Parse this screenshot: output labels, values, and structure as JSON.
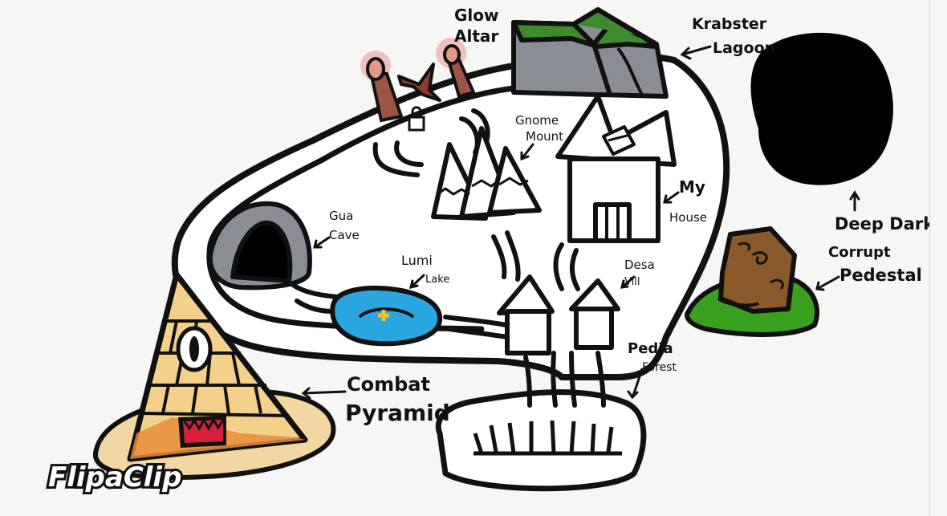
{
  "map": {
    "labels": {
      "glow_altar": [
        "Glow",
        "Altar"
      ],
      "krabster_lagoon": [
        "Krabster",
        "Lagoon"
      ],
      "gnome_mountain": [
        "Gnome",
        "Mount"
      ],
      "my_house": [
        "My",
        "House"
      ],
      "gua_cave": [
        "Gua",
        "Cave"
      ],
      "lumi_lake": [
        "Lumi",
        "Lake"
      ],
      "desa_village": [
        "Desa",
        "Vill"
      ],
      "pedia_forest": [
        "Pedia",
        "Forest"
      ],
      "combat_pyramid": [
        "Combat",
        "Pyramid"
      ],
      "deep_dark": [
        "Deep Dark"
      ],
      "corrupt_pedestal": [
        "Corrupt",
        "Pedestal"
      ]
    },
    "watermark": "FlipaClip",
    "colors": {
      "background": "#f6f6f4",
      "ink": "#111111",
      "mountain_green": "#3d8b2e",
      "mountain_gray": "#8a8d93",
      "lake_blue": "#2aa7e0",
      "pyramid_yellow": "#f3d18a",
      "pyramid_orange": "#e88d3a",
      "pedestal_brown": "#8b5a2b",
      "pedestal_grass": "#3aa01f",
      "altar_pink": "#f0b3b0",
      "deep_dark": "#000000"
    }
  }
}
